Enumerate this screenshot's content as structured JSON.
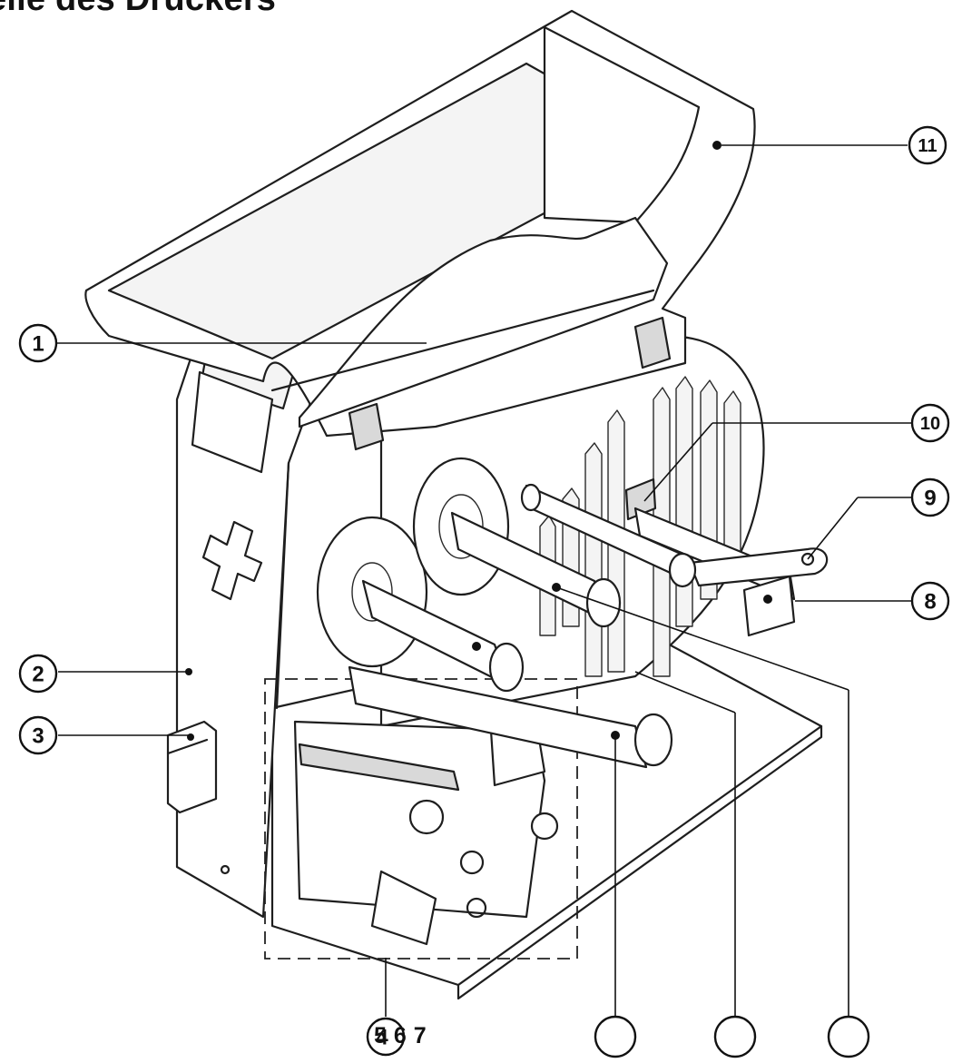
{
  "title": "eile des Druckers",
  "callouts": {
    "c1": "1",
    "c2": "2",
    "c3": "3",
    "c8": "8",
    "c9": "9",
    "c10": "10",
    "c11": "11",
    "c4": "4",
    "c5": "",
    "c6": "",
    "c7": ""
  },
  "bottom_numbers": "5 6 7"
}
